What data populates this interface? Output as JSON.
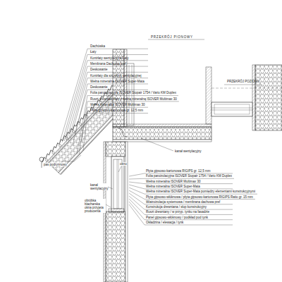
{
  "diagram": {
    "title": "PRZEKRÓJ PIONOWY",
    "labels": [
      "PRZEKRÓJ POZIOMY",
      "Dachówka",
      "Łaty",
      "Kontrłaty wentylacyjne/Łaty",
      "Membrana Dachowa pref",
      "Deskowanie",
      "Kontrłaty dla szczeliny wentylacyjnej",
      "Wełna mineralna ISOVER Super-Mata",
      "Deskowanie",
      "Folia paroizolacyjna ISOVER Stopair 1754 / Vario KM Duplex",
      "Ruszt drewniany/łaty z wełną mineralną ISOVER Multimax 30",
      "Wełna mineralna ISOVER Multimax 30",
      "Płyta gipsowo-kartonowa gr. 12,5 mm",
      "pas podrynnowy",
      "okno",
      "kanał wentylacyjny",
      "kanał wentylacyjny",
      "obróbka blacharska okna przyjęta producenta",
      "Płyta gipsowo-kartonowa RIGIPS gr. 12,5 mm",
      "Folia paroizolacyjna ISOVER Stopair 1754 / Vario KM Duplex",
      "Wełna mineralna ISOVER Multimax 30",
      "Wełna mineralna ISOVER Super-Mata",
      "Wełna mineralna ISOVER Super-Mata pomiędzy elementami konstrukcyjnymi",
      "Płyta gipsowo-włóknowa / płyta gipsowo-kartonowa RIGIPS Ratio gr. 15 mm",
      "Wiatroizolacja systemowa / membrana dachowa pref",
      "Konstrukcja drewniana / słup konstrukcyjny",
      "Ruszt drewniany / w przyp. tynku na fasadzie",
      "Panel gipsowo-włóknowy / podkład pod tynk",
      "Okładzina / elewacja / tynk"
    ]
  }
}
